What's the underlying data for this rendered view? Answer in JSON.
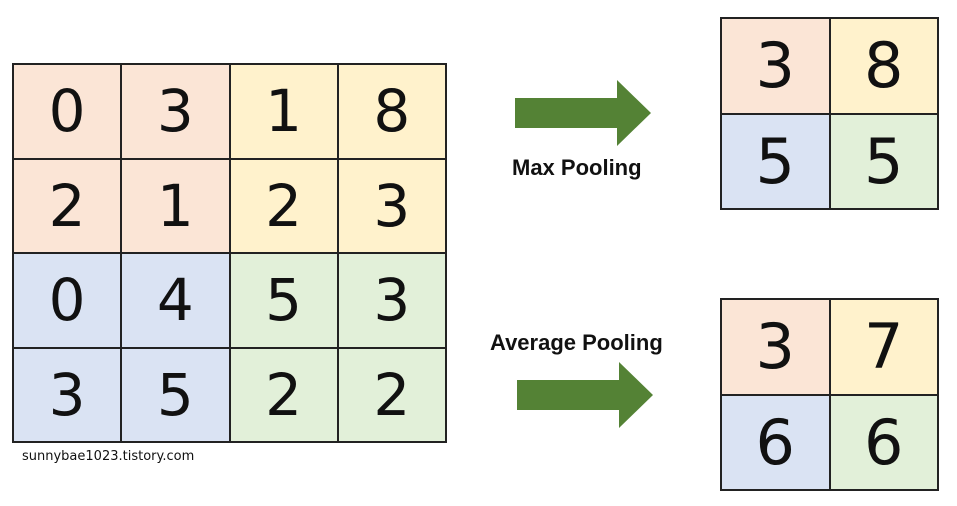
{
  "colors": {
    "q_orange": "#FBE5D6",
    "q_yellow": "#FFF2CC",
    "q_blue": "#DAE3F3",
    "q_green": "#E2F0D9",
    "arrow": "#548235",
    "border": "#222222"
  },
  "input_matrix": [
    [
      "0",
      "3",
      "1",
      "8"
    ],
    [
      "2",
      "1",
      "2",
      "3"
    ],
    [
      "0",
      "4",
      "5",
      "3"
    ],
    [
      "3",
      "5",
      "2",
      "2"
    ]
  ],
  "max_pooling": {
    "label": "Max Pooling",
    "output": [
      [
        "3",
        "8"
      ],
      [
        "5",
        "5"
      ]
    ]
  },
  "average_pooling": {
    "label": "Average Pooling",
    "output": [
      [
        "3",
        "7"
      ],
      [
        "6",
        "6"
      ]
    ]
  },
  "watermark": "sunnybae1023.tistory.com"
}
